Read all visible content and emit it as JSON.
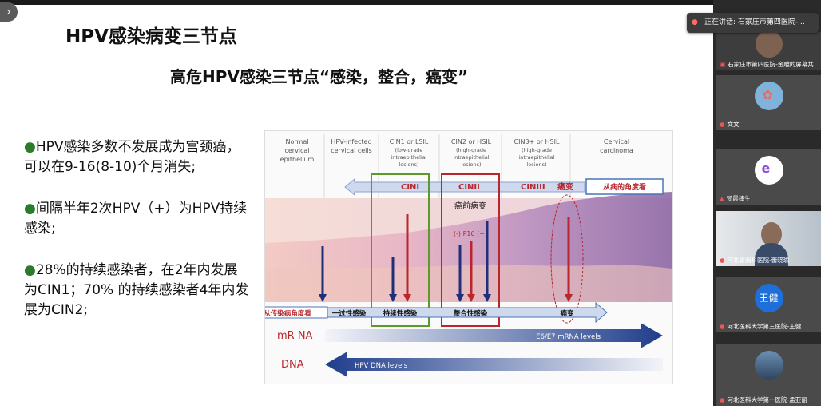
{
  "slide": {
    "title": "HPV感染病变三节点",
    "subtitle": "高危HPV感染三节点“感染，整合，癌变”",
    "bullets": [
      "HPV感染多数不发展成为宫颈癌，可以在9-16(8-10)个月消失;",
      "间隔半年2次HPV（+）为HPV持续感染;",
      "28%的持续感染者，在2年内发展为CIN1；70% 的持续感染者4年内发展为CIN2;"
    ],
    "figure": {
      "columns": [
        [
          "Normal",
          "cervical",
          "epithelium"
        ],
        [
          "HPV-infected",
          "cervical cells"
        ],
        [
          "CIN1 or LSIL",
          "(low-grade",
          "intraepithelial",
          "lesions)"
        ],
        [
          "CIN2 or HSIL",
          "(high-grade",
          "intraepithelial",
          "lesions)"
        ],
        [
          "CIN3+ or HSIL",
          "(high-grade",
          "intraepithelial",
          "lesions)"
        ],
        [
          "Cervical",
          "carcinoma"
        ]
      ],
      "cin1": "CINI",
      "cin2": "CINII",
      "cin3": "CINIII",
      "cancer": "癌变",
      "pathology_view": "从病的角度看",
      "precancer": "癌前病变",
      "p16": "(-)  P16  (+)",
      "infection_view": "从传染病角度看",
      "transient": "一过性感染",
      "persistent": "持续性感染",
      "integration": "整合性感染",
      "cancer2": "癌变",
      "mrna_label": "mR NA",
      "mrna_text": "E6/E7 mRNA levels",
      "dna_label": "DNA",
      "dna_text": "HPV DNA levels",
      "colors": {
        "green": "#5c9a2e",
        "red": "#b8262e",
        "navy": "#1f2f7a",
        "blue_arrow": "#cfd9ee"
      }
    }
  },
  "meeting": {
    "speaker_prefix": "正在讲话:",
    "speaker_name": "石家庄市第四医院-...",
    "participants": [
      {
        "name": "石家庄市第四医院-金雕的屏幕共..."
      },
      {
        "name": "文文"
      },
      {
        "name": "梵晨摔生"
      },
      {
        "name": "河北省胸科医院-蕾晓瑜"
      },
      {
        "name": "河北医科大学第三医院-王健",
        "avatar_text": "王健"
      },
      {
        "name": "河北医科大学第一医院-孟亚丽"
      }
    ]
  }
}
